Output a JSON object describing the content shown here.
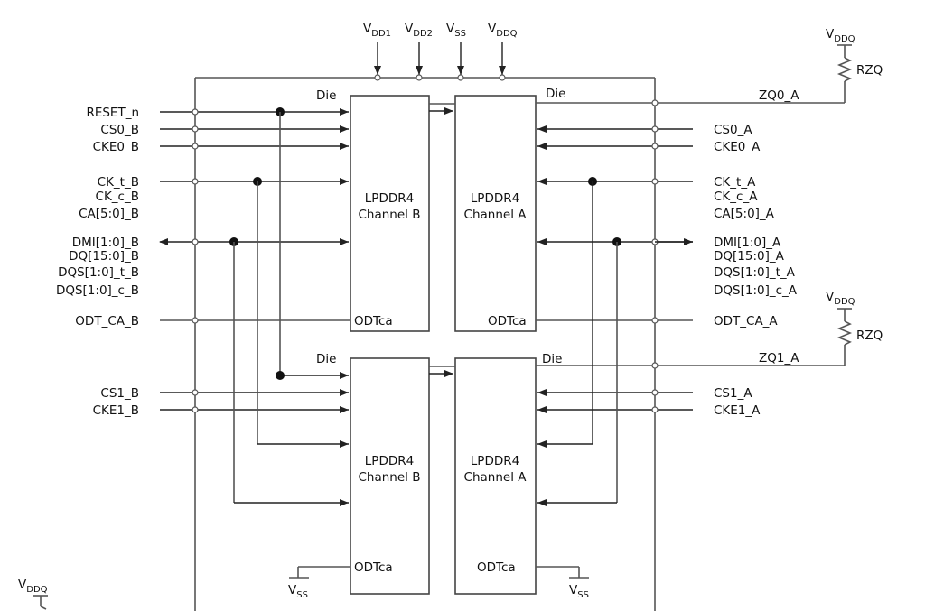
{
  "supplies_top": [
    {
      "main": "V",
      "sub": "DD1"
    },
    {
      "main": "V",
      "sub": "DD2"
    },
    {
      "main": "V",
      "sub": "SS"
    },
    {
      "main": "V",
      "sub": "DDQ"
    }
  ],
  "die_label": "Die",
  "odt_label": "ODTca",
  "channel_b": {
    "line1": "LPDDR4",
    "line2": "Channel B"
  },
  "channel_a": {
    "line1": "LPDDR4",
    "line2": "Channel A"
  },
  "left_signals": [
    "RESET_n",
    "CS0_B",
    "CKE0_B",
    "CK_t_B",
    "CK_c_B",
    "CA[5:0]_B",
    "DMI[1:0]_B",
    "DQ[15:0]_B",
    "DQS[1:0]_t_B",
    "DQS[1:0]_c_B",
    "ODT_CA_B",
    "CS1_B",
    "CKE1_B"
  ],
  "right_signals": [
    "ZQ0_A",
    "CS0_A",
    "CKE0_A",
    "CK_t_A",
    "CK_c_A",
    "CA[5:0]_A",
    "DMI[1:0]_A",
    "DQ[15:0]_A",
    "DQS[1:0]_t_A",
    "DQS[1:0]_c_A",
    "ODT_CA_A",
    "ZQ1_A",
    "CS1_A",
    "CKE1_A"
  ],
  "resistor_label": "RZQ",
  "vddq": {
    "main": "V",
    "sub": "DDQ"
  },
  "vss": {
    "main": "V",
    "sub": "SS"
  }
}
